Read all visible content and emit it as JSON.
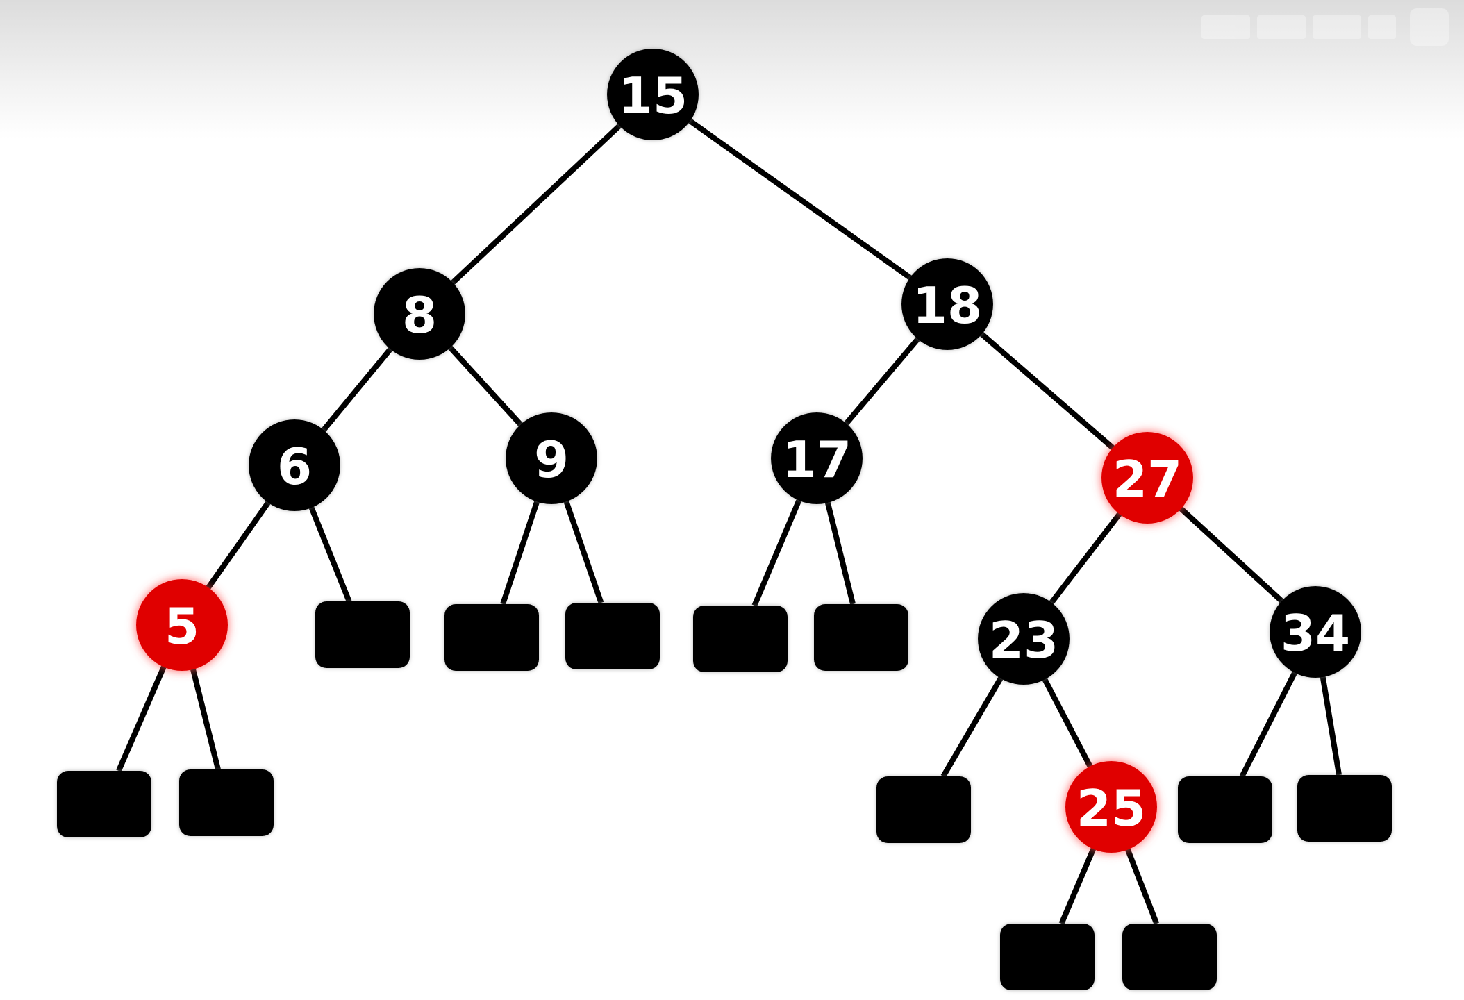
{
  "colors": {
    "black_node": "#000000",
    "red_node": "#e00000",
    "red_glow": "#ff6060",
    "label": "#ffffff",
    "edge": "#000000"
  },
  "nodes": [
    {
      "id": "n15",
      "label": "15",
      "color": "black"
    },
    {
      "id": "n8",
      "label": "8",
      "color": "black"
    },
    {
      "id": "n18",
      "label": "18",
      "color": "black"
    },
    {
      "id": "n6",
      "label": "6",
      "color": "black"
    },
    {
      "id": "n9",
      "label": "9",
      "color": "black"
    },
    {
      "id": "n17",
      "label": "17",
      "color": "black"
    },
    {
      "id": "n27",
      "label": "27",
      "color": "red"
    },
    {
      "id": "n5",
      "label": "5",
      "color": "red"
    },
    {
      "id": "n23",
      "label": "23",
      "color": "black"
    },
    {
      "id": "n34",
      "label": "34",
      "color": "black"
    },
    {
      "id": "n25",
      "label": "25",
      "color": "red"
    }
  ],
  "nil_leaves": [
    {
      "id": "nil-6-r",
      "parent": "n6"
    },
    {
      "id": "nil-9-l",
      "parent": "n9"
    },
    {
      "id": "nil-9-r",
      "parent": "n9"
    },
    {
      "id": "nil-17-l",
      "parent": "n17"
    },
    {
      "id": "nil-17-r",
      "parent": "n17"
    },
    {
      "id": "nil-5-l",
      "parent": "n5"
    },
    {
      "id": "nil-5-r",
      "parent": "n5"
    },
    {
      "id": "nil-23-l",
      "parent": "n23"
    },
    {
      "id": "nil-34-l",
      "parent": "n34"
    },
    {
      "id": "nil-34-r",
      "parent": "n34"
    },
    {
      "id": "nil-25-l",
      "parent": "n25"
    },
    {
      "id": "nil-25-r",
      "parent": "n25"
    }
  ],
  "edges": [
    [
      "n15",
      "n8"
    ],
    [
      "n15",
      "n18"
    ],
    [
      "n8",
      "n6"
    ],
    [
      "n8",
      "n9"
    ],
    [
      "n18",
      "n17"
    ],
    [
      "n18",
      "n27"
    ],
    [
      "n6",
      "n5"
    ],
    [
      "n6",
      "nil-6-r"
    ],
    [
      "n9",
      "nil-9-l"
    ],
    [
      "n9",
      "nil-9-r"
    ],
    [
      "n17",
      "nil-17-l"
    ],
    [
      "n17",
      "nil-17-r"
    ],
    [
      "n27",
      "n23"
    ],
    [
      "n27",
      "n34"
    ],
    [
      "n5",
      "nil-5-l"
    ],
    [
      "n5",
      "nil-5-r"
    ],
    [
      "n23",
      "nil-23-l"
    ],
    [
      "n23",
      "n25"
    ],
    [
      "n34",
      "nil-34-l"
    ],
    [
      "n34",
      "nil-34-r"
    ],
    [
      "n25",
      "nil-25-l"
    ],
    [
      "n25",
      "nil-25-r"
    ]
  ]
}
